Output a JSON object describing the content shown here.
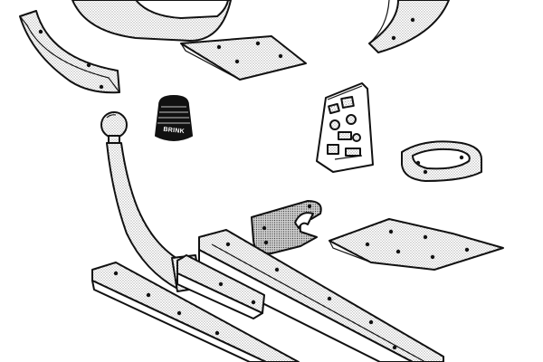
{
  "diagram": {
    "brand_label": "BRINK",
    "ink_color": "#111111",
    "paper_color": "#ffffff",
    "shade_color": "#9a9a9a",
    "parts": [
      "fender-bracket-top",
      "side-plate-left",
      "side-plate-right",
      "tow-ball",
      "ball-cover-cap",
      "hardware-bag",
      "ring-bracket",
      "tow-bar-neck",
      "socket-plate",
      "mounting-plate-right",
      "cross-bar",
      "side-rail-left",
      "side-rail-front"
    ]
  }
}
